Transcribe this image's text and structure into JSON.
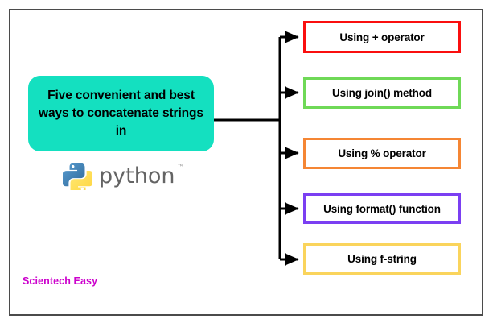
{
  "diagram": {
    "title_node": {
      "text": "Five convenient and best ways to concatenate strings in",
      "color": "#14e0c0"
    },
    "logo": {
      "name": "python-logo",
      "wordmark": "python",
      "trademark": "™"
    },
    "branches": [
      {
        "label": "Using + operator",
        "border_color": "#fa0f0f"
      },
      {
        "label": "Using join() method",
        "border_color": "#6fd957"
      },
      {
        "label": "Using % operator",
        "border_color": "#f58634"
      },
      {
        "label": "Using format() function",
        "border_color": "#7b3ff2"
      },
      {
        "label": "Using f-string",
        "border_color": "#fad45c"
      }
    ],
    "watermark": {
      "text": "Scientech Easy",
      "color": "#cc00cc"
    },
    "frame": {
      "border_color": "#4b4b4b"
    },
    "connector": {
      "color": "#000000"
    }
  }
}
